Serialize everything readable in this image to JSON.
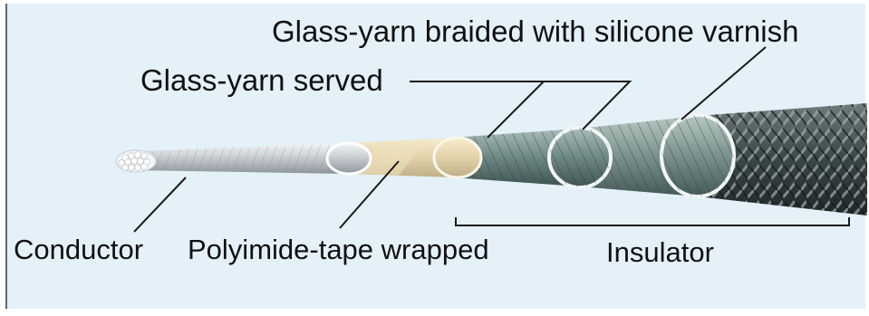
{
  "labels": {
    "glass_yarn_braided": "Glass-yarn braided with silicone varnish",
    "glass_yarn_served": "Glass-yarn served",
    "conductor": "Conductor",
    "polyimide_tape": "Polyimide-tape wrapped",
    "insulator": "Insulator"
  },
  "colors": {
    "background": "#e4f1f8",
    "leader_line": "#1a1a1a",
    "conductor_strands": "#d9dde0",
    "polyimide_tape": "#e6d7b2",
    "served_yarn": "#5f7a78",
    "braid": "#2f3a3a"
  }
}
